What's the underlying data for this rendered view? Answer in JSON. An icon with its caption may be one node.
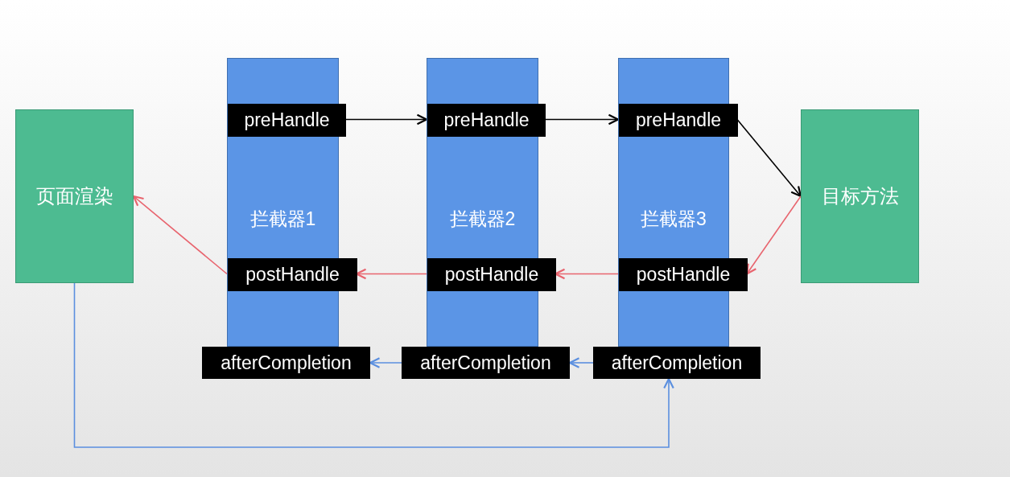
{
  "diagram": {
    "nodes": [
      {
        "text": [
          "页面渲染"
        ]
      },
      {
        "text": [
          "拦截器1"
        ]
      },
      {
        "text": [
          "preHandle"
        ],
        "in": 1
      },
      {
        "text": [
          "postHandle"
        ],
        "in": 1
      },
      {
        "text": [
          "afterCompletion"
        ]
      },
      {
        "text": [
          "拦截器2"
        ]
      },
      {
        "text": [
          "preHandle"
        ],
        "in": 5
      },
      {
        "text": [
          "postHandle"
        ],
        "in": 5
      },
      {
        "text": [
          "afterCompletion"
        ]
      },
      {
        "text": [
          "拦截器3"
        ]
      },
      {
        "text": [
          "preHandle"
        ],
        "in": 9
      },
      {
        "text": [
          "postHandle"
        ],
        "in": 9
      },
      {
        "text": [
          "afterCompletion"
        ]
      },
      {
        "text": [
          "目标方法"
        ]
      }
    ],
    "edges": [
      {
        "from": 2,
        "to": 6,
        "arrow": "to",
        "color": "#000000"
      },
      {
        "from": 6,
        "to": 10,
        "arrow": "to",
        "color": "#000000"
      },
      {
        "from": 10,
        "to": 13,
        "arrow": "to",
        "color": "#000000"
      },
      {
        "from": 13,
        "to": 11,
        "arrow": "to",
        "color": "#e8646e"
      },
      {
        "from": 11,
        "to": 7,
        "arrow": "to",
        "color": "#e8646e"
      },
      {
        "from": 7,
        "to": 3,
        "arrow": "to",
        "color": "#e8646e"
      },
      {
        "from": 3,
        "to": 0,
        "arrow": "to",
        "color": "#e8646e"
      },
      {
        "from": 12,
        "to": 8,
        "arrow": "to",
        "color": "#5b8fdf"
      },
      {
        "from": 8,
        "to": 4,
        "arrow": "to",
        "color": "#5b8fdf"
      },
      {
        "from": 0,
        "to": 12,
        "arrow": "to",
        "color": "#5b8fdf"
      }
    ]
  }
}
